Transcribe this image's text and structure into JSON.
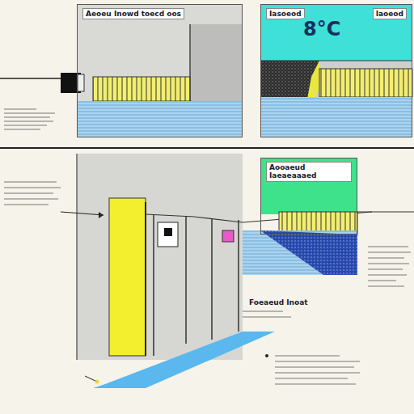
{
  "diagram": {
    "nodes": [
      {
        "text": [
          "Aeoeu Inowd toecd oos"
        ]
      },
      {
        "text": [
          "Iasoeod",
          "Iaoeod"
        ]
      },
      {
        "text": [
          "Aooaeud Iaeaeaaaed"
        ]
      }
    ],
    "labels": [
      "8°C",
      "Foeaeud Inoat"
    ]
  }
}
